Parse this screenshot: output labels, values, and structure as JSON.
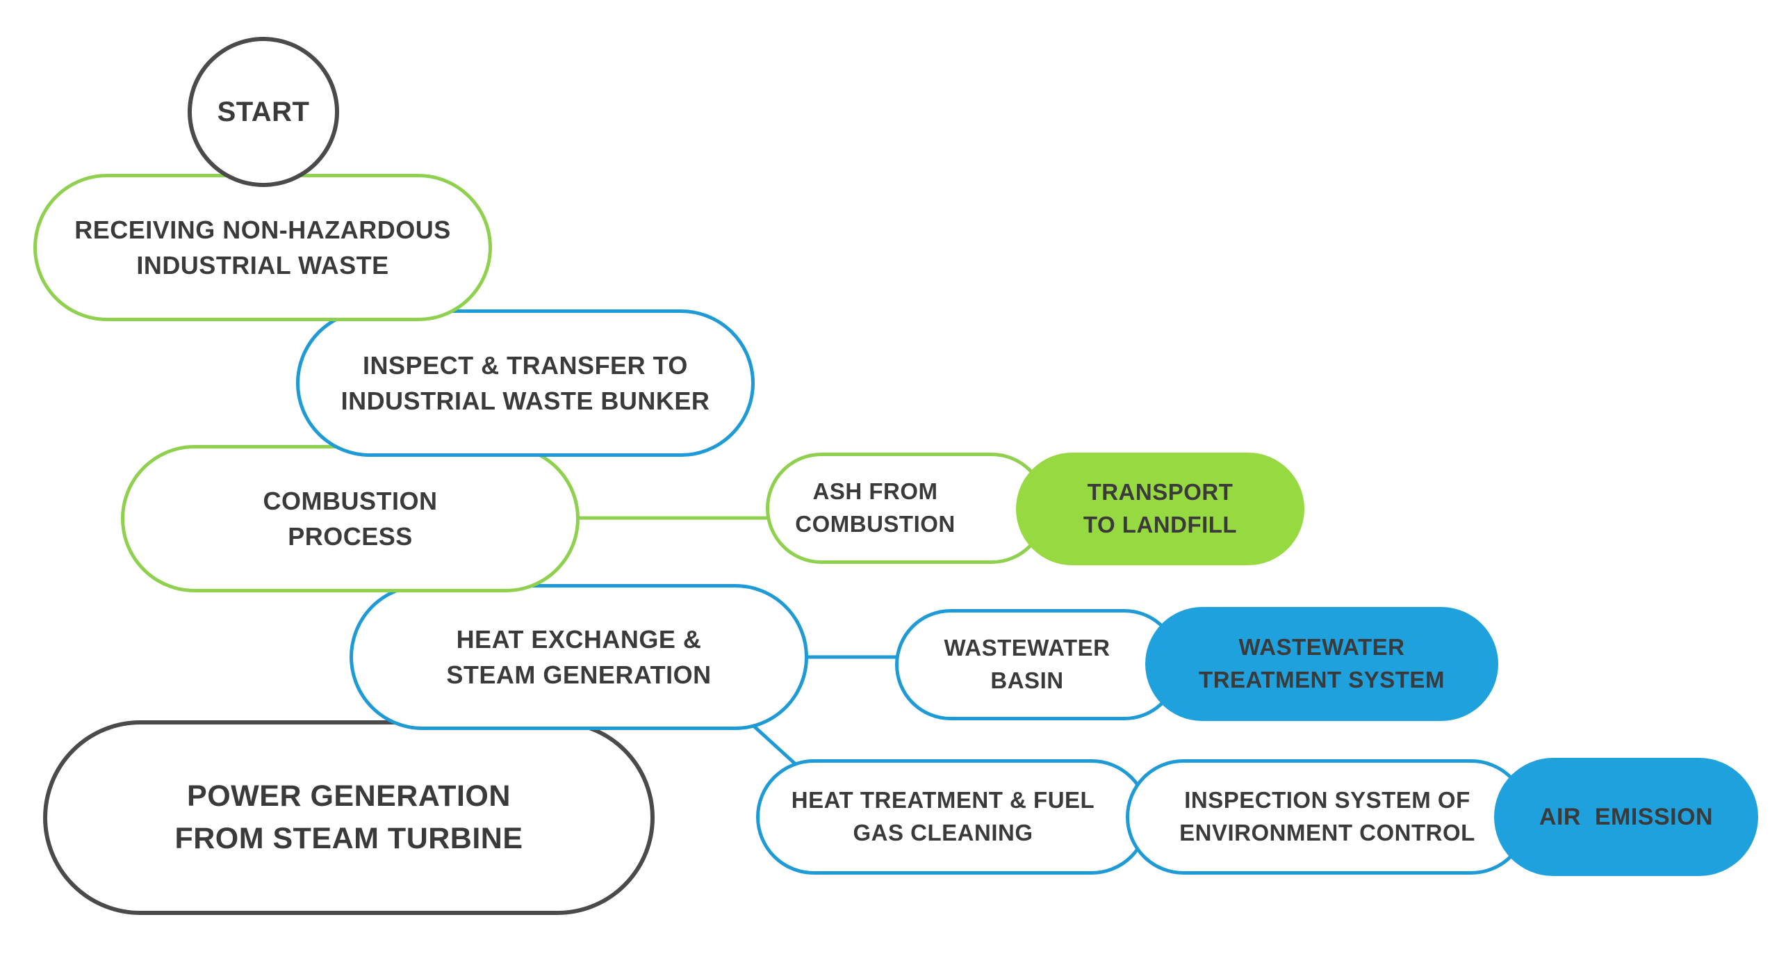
{
  "colors": {
    "green": "#8fd14f",
    "green_fill": "#97d941",
    "blue": "#1e9ad6",
    "blue_fill": "#1fa1dd",
    "dark": "#4a4a4a",
    "text": "#3a3a3a"
  },
  "nodes": {
    "start": "START",
    "receiving": "RECEIVING NON-HAZARDOUS\nINDUSTRIAL WASTE",
    "inspect": "INSPECT & TRANSFER TO\nINDUSTRIAL WASTE BUNKER",
    "combustion": "COMBUSTION\nPROCESS",
    "heat_exchange": "HEAT EXCHANGE &\nSTEAM GENERATION",
    "power": "POWER GENERATION\nFROM STEAM TURBINE",
    "ash": "ASH FROM\nCOMBUSTION",
    "landfill": "TRANSPORT\nTO LANDFILL",
    "ww_basin": "WASTEWATER\nBASIN",
    "ww_treatment": "WASTEWATER\nTREATMENT SYSTEM",
    "heat_treatment": "HEAT TREATMENT & FUEL\nGAS CLEANING",
    "inspection_env": "INSPECTION SYSTEM OF\nENVIRONMENT CONTROL",
    "air_emission": "AIR  EMISSION"
  }
}
